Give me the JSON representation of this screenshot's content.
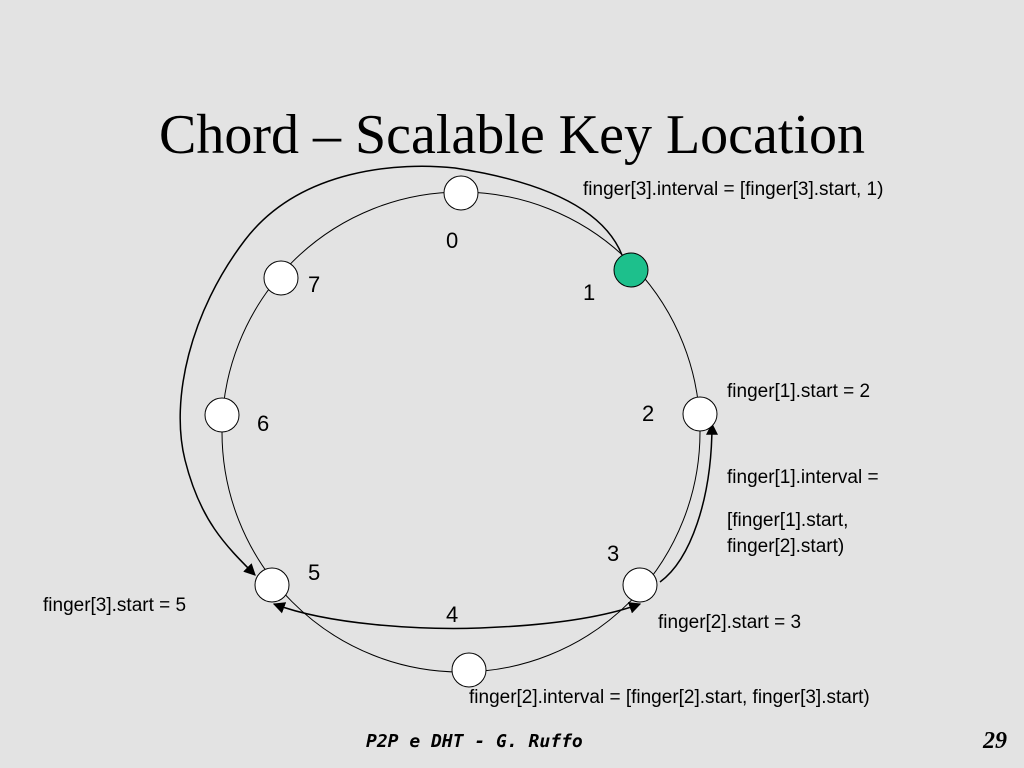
{
  "title": "Chord – Scalable Key Location",
  "colors": {
    "background": "#e3e3e3",
    "node_fill": "#ffffff",
    "highlight_node_fill": "#1dc08c",
    "stroke": "#000000"
  },
  "ring": {
    "nodes": [
      {
        "id": 0,
        "label": "0",
        "highlighted": false
      },
      {
        "id": 1,
        "label": "1",
        "highlighted": true
      },
      {
        "id": 2,
        "label": "2",
        "highlighted": false
      },
      {
        "id": 3,
        "label": "3",
        "highlighted": false
      },
      {
        "id": 4,
        "label": "4",
        "highlighted": false
      },
      {
        "id": 5,
        "label": "5",
        "highlighted": false
      },
      {
        "id": 6,
        "label": "6",
        "highlighted": false
      },
      {
        "id": 7,
        "label": "7",
        "highlighted": false
      }
    ],
    "arrows": [
      {
        "from": 1,
        "to": 5,
        "direction": "counter-clockwise over top"
      },
      {
        "from": 3,
        "to": 2,
        "direction": "short"
      },
      {
        "from": 5,
        "to": 3,
        "direction": "double-headed"
      }
    ]
  },
  "annotations": {
    "finger3_interval": "finger[3].interval = [finger[3].start, 1)",
    "finger1_start": "finger[1].start = 2",
    "finger1_interval_line1": "finger[1].interval =",
    "finger1_interval_line2": "[finger[1].start,",
    "finger1_interval_line3": "finger[2].start)",
    "finger3_start": "finger[3].start = 5",
    "finger2_start": "finger[2].start = 3",
    "finger2_interval": "finger[2].interval = [finger[2].start, finger[3].start)"
  },
  "footer": {
    "text": "P2P e DHT - G. Ruffo",
    "page_number": "29"
  }
}
